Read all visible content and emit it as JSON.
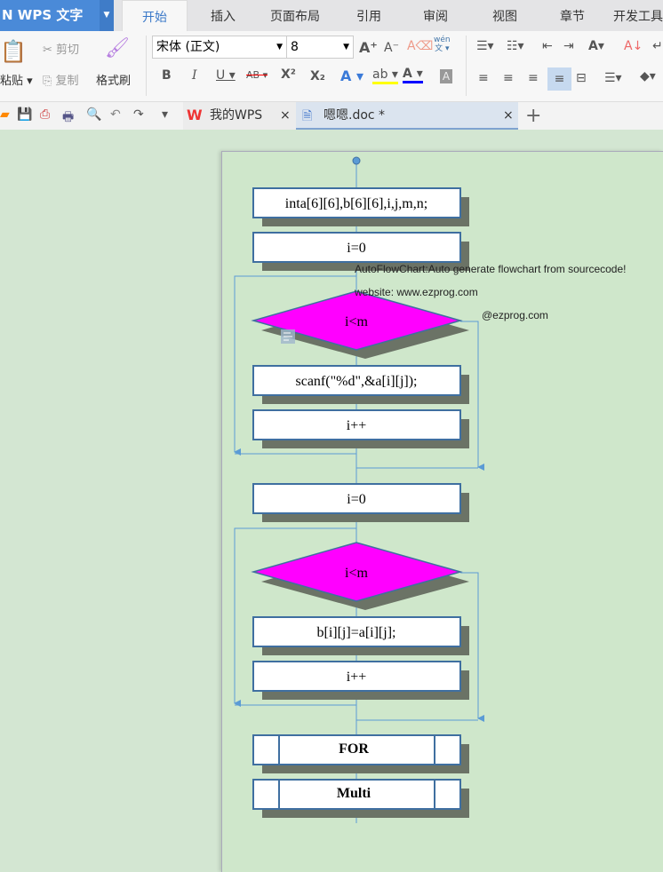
{
  "app": {
    "name": "WPS 文字"
  },
  "menu_tabs": [
    "开始",
    "插入",
    "页面布局",
    "引用",
    "审阅",
    "视图",
    "章节",
    "开发工具"
  ],
  "ribbon": {
    "paste": "粘贴",
    "cut": "剪切",
    "copy": "复制",
    "format_painter": "格式刷",
    "font_name": "宋体 (正文)",
    "font_size": "8",
    "pinyin": "wén"
  },
  "doc_tabs": [
    {
      "label": "我的WPS"
    },
    {
      "label": "嗯嗯.doc *"
    }
  ],
  "watermark": {
    "line1": "AutoFlowChart:Auto generate flowchart from sourcecode!",
    "line2": "website: www.ezprog.com",
    "line3": "@ezprog.com"
  },
  "flowchart": {
    "decl": "inta[6][6],b[6][6],i,j,m,n;",
    "init1": "i=0",
    "cond1": "i<m",
    "scanf": "scanf(\"%d\",&a[i][j]);",
    "inc1": "i++",
    "init2": "i=0",
    "cond2": "i<m",
    "assign": "b[i][j]=a[i][j];",
    "inc2": "i++",
    "for": "FOR",
    "multi": "Multi"
  },
  "colors": {
    "accent": "#4a8ad8",
    "diamond": "#ff00ff",
    "box_border": "#3f6fa0",
    "shadow": "#6b7366",
    "page": "#cfe7cb"
  }
}
